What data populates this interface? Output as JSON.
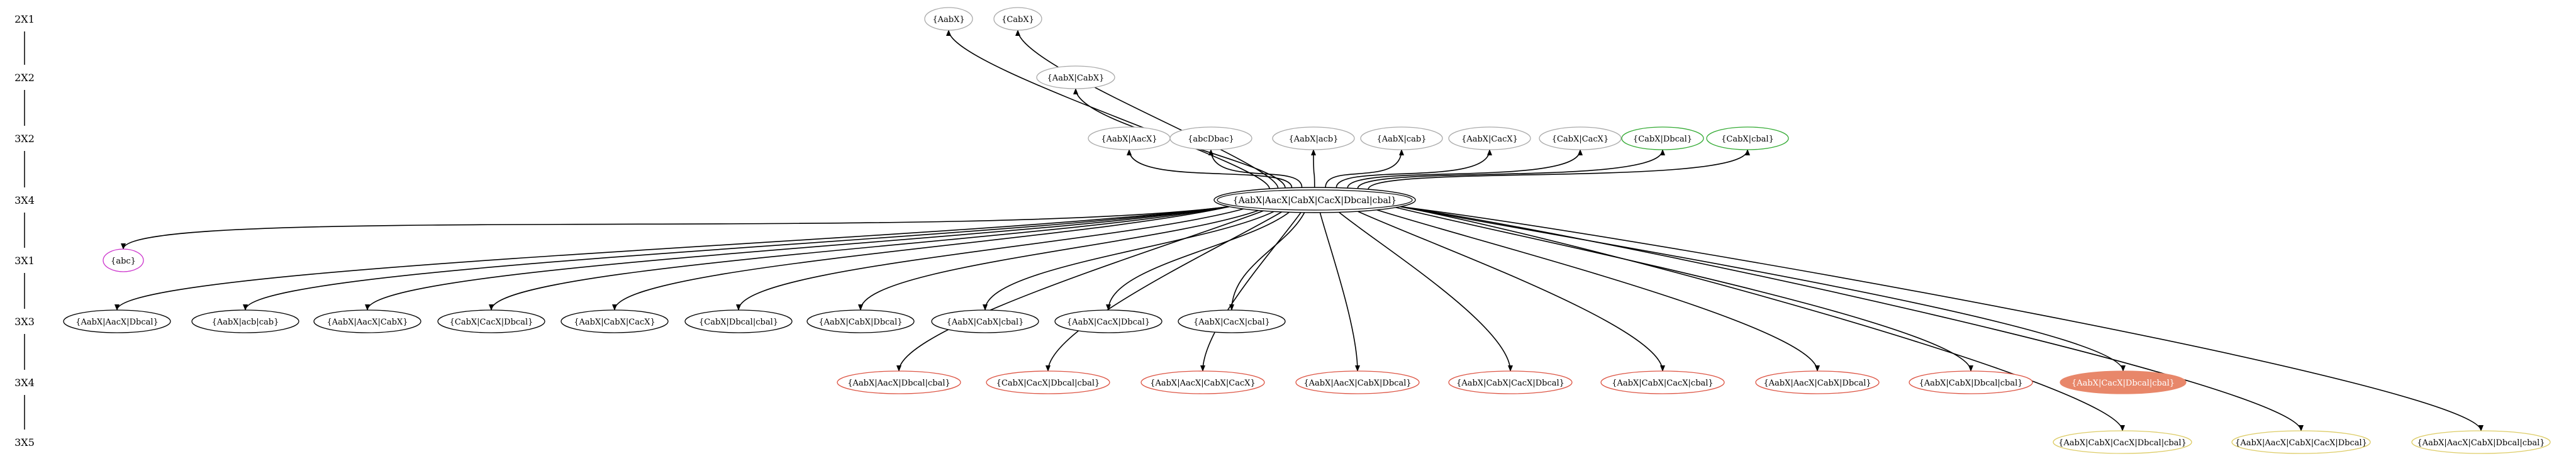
{
  "levels": [
    {
      "label": "2X1"
    },
    {
      "label": "2X2"
    },
    {
      "label": "3X2"
    },
    {
      "label": "3X4"
    },
    {
      "label": "3X1"
    },
    {
      "label": "3X3"
    },
    {
      "label": "3X4"
    },
    {
      "label": "3X5"
    }
  ],
  "colors": {
    "gray": "#aaaaaa",
    "green": "#33aa33",
    "magenta": "#cc33cc",
    "black": "#000000",
    "red": "#dd5544",
    "yellow": "#ddcc66",
    "salmon": "#e8876a"
  },
  "root": {
    "label": "{AabX|AacX|CabX|CacX|Dbcal|cbal}"
  },
  "nodes": [
    {
      "id": "n_aab",
      "label": "{AabX}",
      "style": "gray"
    },
    {
      "id": "n_cab",
      "label": "{CabX}",
      "style": "gray"
    },
    {
      "id": "n_aabcab",
      "label": "{AabX|CabX}",
      "style": "gray"
    },
    {
      "id": "n_aabaac",
      "label": "{AabX|AacX}",
      "style": "gray"
    },
    {
      "id": "n_abcdbac",
      "label": "{abcDbac}",
      "style": "gray"
    },
    {
      "id": "n_aabacb",
      "label": "{AabX|acb}",
      "style": "gray"
    },
    {
      "id": "n_aabcab2",
      "label": "{AabX|cab}",
      "style": "gray"
    },
    {
      "id": "n_aabcac",
      "label": "{AabX|CacX}",
      "style": "gray"
    },
    {
      "id": "n_cabcac",
      "label": "{CabX|CacX}",
      "style": "gray"
    },
    {
      "id": "n_cabdbcal",
      "label": "{CabX|Dbcal}",
      "style": "green"
    },
    {
      "id": "n_cabcbal",
      "label": "{CabX|cbal}",
      "style": "green"
    },
    {
      "id": "n_abc",
      "label": "{abc}",
      "style": "magenta"
    },
    {
      "id": "t1",
      "label": "{AabX|AacX|Dbcal}",
      "style": "black"
    },
    {
      "id": "t2",
      "label": "{AabX|acb|cab}",
      "style": "black"
    },
    {
      "id": "t3",
      "label": "{AabX|AacX|CabX}",
      "style": "black"
    },
    {
      "id": "t4",
      "label": "{CabX|CacX|Dbcal}",
      "style": "black"
    },
    {
      "id": "t5",
      "label": "{AabX|CabX|CacX}",
      "style": "black"
    },
    {
      "id": "t6",
      "label": "{CabX|Dbcal|cbal}",
      "style": "black"
    },
    {
      "id": "t7",
      "label": "{AabX|CabX|Dbcal}",
      "style": "black"
    },
    {
      "id": "t8",
      "label": "{AabX|CabX|cbal}",
      "style": "black"
    },
    {
      "id": "t9",
      "label": "{AabX|CacX|Dbcal}",
      "style": "black"
    },
    {
      "id": "t10",
      "label": "{AabX|CacX|cbal}",
      "style": "black"
    },
    {
      "id": "f1",
      "label": "{AabX|AacX|Dbcal|cbal}",
      "style": "red"
    },
    {
      "id": "f2",
      "label": "{CabX|CacX|Dbcal|cbal}",
      "style": "red"
    },
    {
      "id": "f3",
      "label": "{AabX|AacX|CabX|CacX}",
      "style": "red"
    },
    {
      "id": "f4",
      "label": "{AabX|AacX|CabX|Dbcal}",
      "style": "red"
    },
    {
      "id": "f5",
      "label": "{AabX|CabX|CacX|Dbcal}",
      "style": "red"
    },
    {
      "id": "f6",
      "label": "{AabX|CabX|CacX|cbal}",
      "style": "red"
    },
    {
      "id": "f7",
      "label": "{AabX|AacX|CabX|Dbcal}",
      "style": "red"
    },
    {
      "id": "f8",
      "label": "{AabX|CabX|Dbcal|cbal}",
      "style": "red"
    },
    {
      "id": "f9",
      "label": "{AabX|CacX|Dbcal|cbal}",
      "style": "salmon"
    },
    {
      "id": "v1",
      "label": "{AabX|CabX|CacX|Dbcal|cbal}",
      "style": "yellow"
    },
    {
      "id": "v2",
      "label": "{AabX|AacX|CabX|CacX|Dbcal}",
      "style": "yellow"
    },
    {
      "id": "v3",
      "label": "{AabX|AacX|CabX|Dbcal|cbal}",
      "style": "yellow"
    }
  ],
  "edges": [
    "n_aab",
    "n_cab",
    "n_aabcab",
    "n_aabaac",
    "n_abcdbac",
    "n_aabacb",
    "n_aabcab2",
    "n_aabcac",
    "n_cabcac",
    "n_cabdbcal",
    "n_cabcbal",
    "n_abc",
    "t1",
    "t2",
    "t3",
    "t4",
    "t5",
    "t6",
    "t7",
    "t8",
    "t9",
    "t10",
    "f1",
    "f2",
    "f3",
    "f4",
    "f5",
    "f6",
    "f7",
    "f8",
    "f9",
    "v1",
    "v2",
    "v3"
  ]
}
